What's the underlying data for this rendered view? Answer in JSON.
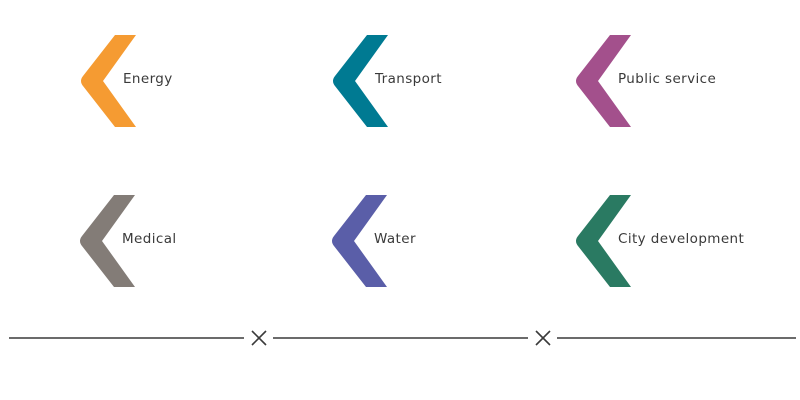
{
  "categories": [
    {
      "label": "Energy",
      "color": "#F59B32",
      "icon": "chevron-left-icon"
    },
    {
      "label": "Transport",
      "color": "#007A92",
      "icon": "chevron-left-icon"
    },
    {
      "label": "Public service",
      "color": "#A3508C",
      "icon": "chevron-left-icon"
    },
    {
      "label": "Medical",
      "color": "#837C77",
      "icon": "chevron-left-icon"
    },
    {
      "label": "Water",
      "color": "#5A5EA8",
      "icon": "chevron-left-icon"
    },
    {
      "label": "City development",
      "color": "#2A7A62",
      "icon": "chevron-left-icon"
    }
  ],
  "divider": {
    "line_color": "#3a3a3a",
    "markers": [
      "close-icon",
      "close-icon"
    ]
  }
}
